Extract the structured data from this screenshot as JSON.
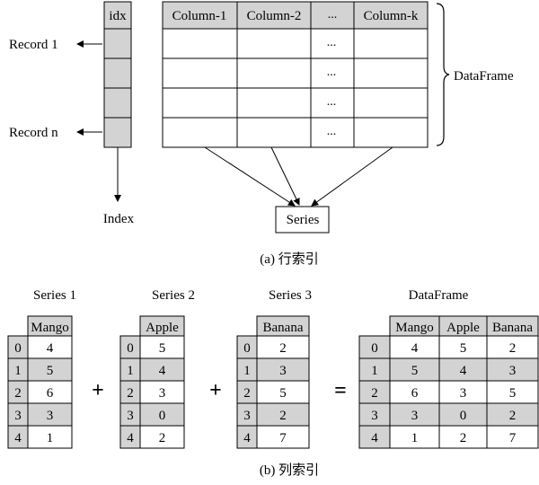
{
  "part_a": {
    "idx_header": "idx",
    "columns": [
      "Column-1",
      "Column-2",
      "...",
      "Column-k"
    ],
    "ellipsis": "...",
    "record_first": "Record 1",
    "record_last": "Record n",
    "dataframe_label": "DataFrame",
    "series_label": "Series",
    "index_label": "Index",
    "caption": "(a) 行索引"
  },
  "part_b": {
    "series": [
      {
        "title": "Series 1",
        "header": "Mango",
        "index": [
          "0",
          "1",
          "2",
          "3",
          "4"
        ],
        "values": [
          "4",
          "5",
          "6",
          "3",
          "1"
        ]
      },
      {
        "title": "Series 2",
        "header": "Apple",
        "index": [
          "0",
          "1",
          "2",
          "3",
          "4"
        ],
        "values": [
          "5",
          "4",
          "3",
          "0",
          "2"
        ]
      },
      {
        "title": "Series 3",
        "header": "Banana",
        "index": [
          "0",
          "1",
          "2",
          "3",
          "4"
        ],
        "values": [
          "2",
          "3",
          "5",
          "2",
          "7"
        ]
      }
    ],
    "plus": "+",
    "equals": "=",
    "dataframe_title": "DataFrame",
    "dataframe_headers": [
      "Mango",
      "Apple",
      "Banana"
    ],
    "dataframe_index": [
      "0",
      "1",
      "2",
      "3",
      "4"
    ],
    "dataframe_rows": [
      [
        "4",
        "5",
        "2"
      ],
      [
        "5",
        "4",
        "3"
      ],
      [
        "6",
        "3",
        "5"
      ],
      [
        "3",
        "0",
        "2"
      ],
      [
        "1",
        "2",
        "7"
      ]
    ],
    "caption": "(b) 列索引"
  },
  "colors": {
    "shade": "#d3d3d3",
    "stroke": "#000000",
    "background": "#ffffff"
  }
}
